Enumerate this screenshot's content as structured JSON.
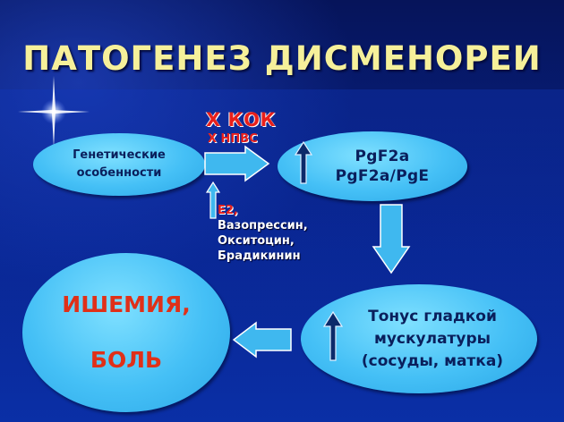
{
  "slide": {
    "title": "ПАТОГЕНЕЗ ДИСМЕНОРЕИ"
  },
  "nodes": {
    "genetic": {
      "line1": "Генетические",
      "line2": "особенности"
    },
    "prostaglandins": {
      "line1": "PgF2a",
      "line2": "PgF2a/PgE"
    },
    "tonus": {
      "line1": "Тонус гладкой",
      "line2": "мускулатуры",
      "line3": "(сосуды, матка)"
    },
    "ischemia": {
      "line1": "ИШЕМИЯ,",
      "line2": "БОЛЬ"
    }
  },
  "inhibitors": {
    "primary": "Х КОК",
    "secondary": "Х НПВС"
  },
  "modulators": {
    "items": [
      "Е2,",
      "Вазопрессин,",
      "Окситоцин,",
      "Брадикинин"
    ]
  },
  "colors": {
    "background": "#08238a",
    "title": "#f6f09a",
    "node_fill": "#45c0f6",
    "node_text": "#0a1f5c",
    "alert_red": "#e03018",
    "arrow_fill": "#3fb8ef",
    "up_arrow_dark": "#0c2a6a"
  }
}
